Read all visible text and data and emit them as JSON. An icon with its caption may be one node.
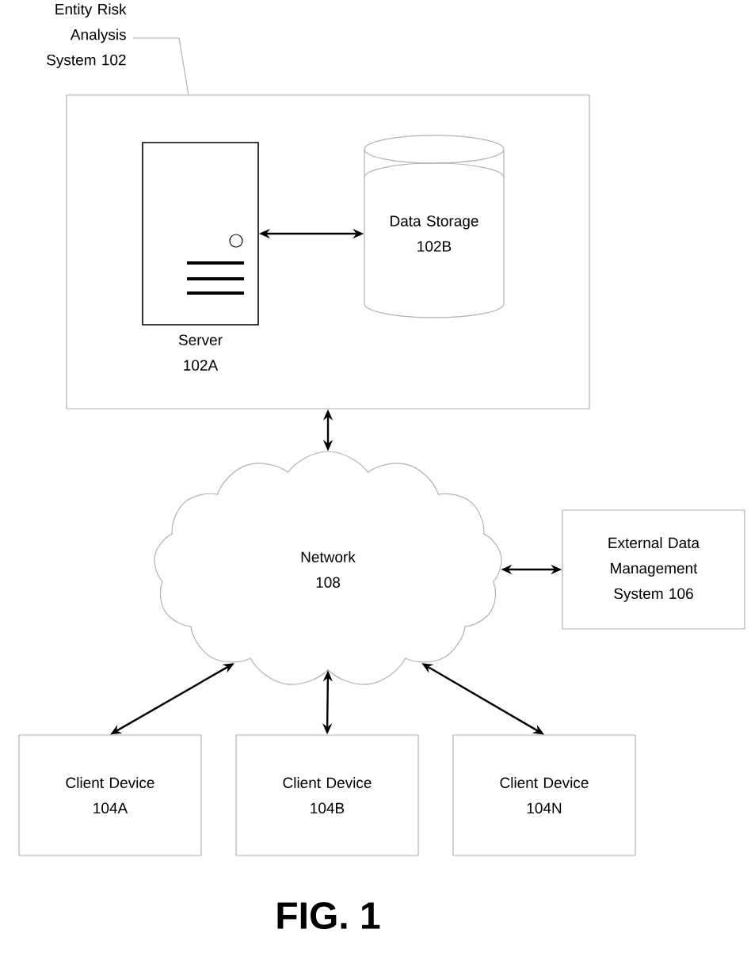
{
  "diagram": {
    "caption": "FIG. 1",
    "nodes": [
      {
        "text": [
          "Entity Risk Analysis System 102"
        ]
      },
      {
        "text": [
          "Server 102A"
        ],
        "in": 0
      },
      {
        "text": [
          "Data Storage 102B"
        ],
        "in": 0
      },
      {
        "text": [
          "Network 108"
        ]
      },
      {
        "text": [
          "External Data Management System 106"
        ]
      },
      {
        "text": [
          "Client Device 104A"
        ]
      },
      {
        "text": [
          "Client Device 104B"
        ]
      },
      {
        "text": [
          "Client Device 104N"
        ]
      }
    ],
    "edges": [
      {
        "from": 1,
        "to": 2,
        "arrow": "both"
      },
      {
        "from": 0,
        "to": 3,
        "arrow": "both"
      },
      {
        "from": 3,
        "to": 4,
        "arrow": "both"
      },
      {
        "from": 3,
        "to": 5,
        "arrow": "both"
      },
      {
        "from": 3,
        "to": 6,
        "arrow": "both"
      },
      {
        "from": 3,
        "to": 7,
        "arrow": "both"
      }
    ]
  }
}
